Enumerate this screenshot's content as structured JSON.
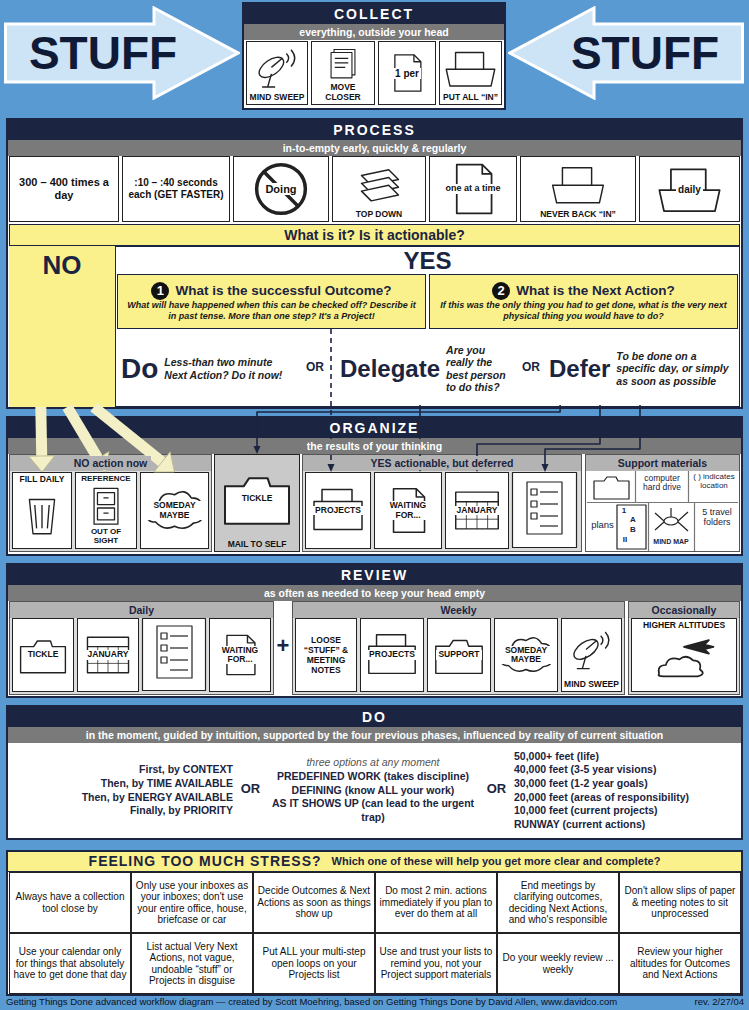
{
  "diagram": {
    "caption": "Getting Things Done advanced workflow diagram — created by Scott Moehring, based on Getting Things Done by David Allen, www.davidco.com",
    "nodes": [
      {
        "text": [
          "STUFF"
        ]
      },
      {
        "text": [
          "COLLECT",
          "everything, outside your head"
        ]
      },
      {
        "text": [
          "MIND SWEEP"
        ],
        "in": 1
      },
      {
        "text": [
          "MOVE CLOSER"
        ],
        "in": 1
      },
      {
        "text": [
          "1 per"
        ],
        "in": 1
      },
      {
        "text": [
          "PUT ALL “IN”"
        ],
        "in": 1
      },
      {
        "text": [
          "STUFF"
        ]
      },
      {
        "text": [
          "PROCESS",
          "in-to-empty early, quickly & regularly"
        ]
      },
      {
        "text": [
          "300 – 400 times a day"
        ],
        "in": 7
      },
      {
        "text": [
          ":10 – :40 seconds each (GET FASTER)"
        ],
        "in": 7
      },
      {
        "text": [
          "Doing"
        ],
        "in": 7
      },
      {
        "text": [
          "TOP DOWN"
        ],
        "in": 7
      },
      {
        "text": [
          "one at a time"
        ],
        "in": 7
      },
      {
        "text": [
          "NEVER BACK “IN”"
        ],
        "in": 7
      },
      {
        "text": [
          "daily"
        ],
        "in": 7
      },
      {
        "text": [
          "What is it? Is it actionable?"
        ],
        "in": 7
      },
      {
        "text": [
          "NO"
        ],
        "in": 7
      },
      {
        "text": [
          "YES"
        ],
        "in": 7
      },
      {
        "text": [
          "1",
          "What is the successful Outcome?",
          "What will have happened when this can be checked off? Describe it in past tense. More than one step? It's a Project!"
        ],
        "in": 17
      },
      {
        "text": [
          "2",
          "What is the Next Action?",
          "If this was the only thing you had to get done, what is the very next physical thing you would have to do?"
        ],
        "in": 17
      },
      {
        "text": [
          "Do",
          "Less-than two minute Next Action? Do it now!"
        ],
        "in": 17
      },
      {
        "text": [
          "Delegate",
          "Are you really the best person to do this?"
        ],
        "in": 17
      },
      {
        "text": [
          "Defer",
          "To be done on a specific day, or simply as soon as possible"
        ],
        "in": 17
      },
      {
        "text": [
          "ORGANIZE",
          "the results of your thinking"
        ]
      },
      {
        "text": [
          "NO action now"
        ],
        "in": 23
      },
      {
        "text": [
          "FILL DAILY"
        ],
        "in": 24
      },
      {
        "text": [
          "REFERENCE",
          "OUT OF SIGHT"
        ],
        "in": 24
      },
      {
        "text": [
          "SOMEDAY MAYBE"
        ],
        "in": 24
      },
      {
        "text": [
          "TICKLE",
          "MAIL TO SELF"
        ],
        "in": 23
      },
      {
        "text": [
          "YES actionable, but deferred"
        ],
        "in": 23
      },
      {
        "text": [
          "PROJECTS"
        ],
        "in": 29
      },
      {
        "text": [
          "WAITING FOR..."
        ],
        "in": 29
      },
      {
        "text": [
          "JANUARY"
        ],
        "in": 29
      },
      {
        "text": [
          "Support materials"
        ],
        "in": 23
      },
      {
        "text": [
          "REVIEW",
          "as often as needed to keep your head empty"
        ]
      },
      {
        "text": [
          "Daily"
        ],
        "in": 34
      },
      {
        "text": [
          "TICKLE"
        ],
        "in": 35
      },
      {
        "text": [
          "JANUARY"
        ],
        "in": 35
      },
      {
        "text": [
          "WAITING FOR..."
        ],
        "in": 35
      },
      {
        "text": [
          "Weekly"
        ],
        "in": 34
      },
      {
        "text": [
          "LOOSE “STUFF” & MEETING NOTES"
        ],
        "in": 39
      },
      {
        "text": [
          "PROJECTS"
        ],
        "in": 39
      },
      {
        "text": [
          "SUPPORT"
        ],
        "in": 39
      },
      {
        "text": [
          "SOMEDAY MAYBE"
        ],
        "in": 39
      },
      {
        "text": [
          "MIND SWEEP"
        ],
        "in": 39
      },
      {
        "text": [
          "Occasionally"
        ],
        "in": 34
      },
      {
        "text": [
          "HIGHER ALTITUDES"
        ],
        "in": 45
      },
      {
        "text": [
          "DO",
          "in the moment, guided by intuition, supported by the four previous phases, influenced by reality of current situation"
        ]
      },
      {
        "text": [
          "First, by CONTEXT",
          "Then, by TIME AVAILABLE",
          "Then, by ENERGY AVAILABLE",
          "Finally, by PRIORITY"
        ],
        "in": 47
      },
      {
        "text": [
          "three options at any moment",
          "PREDEFINED WORK (takes discipline)",
          "DEFINING (know ALL your work)",
          "AS IT SHOWS UP (can lead to the urgent trap)"
        ],
        "in": 47
      },
      {
        "text": [
          "50,000+ feet (life)",
          "40,000 feet (3-5 year visions)",
          "30,000 feet (1-2 year goals)",
          "20,000 feet (areas of responsibility)",
          "10,000 feet (current projects)",
          "RUNWAY (current actions)"
        ],
        "in": 47
      },
      {
        "text": [
          "FEELING TOO MUCH STRESS?",
          "Which one of these will help you get more clear and complete?"
        ]
      },
      {
        "text": [
          "Always have a collection tool close by"
        ],
        "in": 51
      },
      {
        "text": [
          "Only use your inboxes as your inboxes; don't use your entire office, house, briefcase or car"
        ],
        "in": 51
      },
      {
        "text": [
          "Decide Outcomes & Next Actions as soon as things show up"
        ],
        "in": 51
      },
      {
        "text": [
          "Do most 2 min. actions immediately if you plan to ever do them at all"
        ],
        "in": 51
      },
      {
        "text": [
          "End meetings by clarifying outcomes, deciding Next Actions, and who's responsible"
        ],
        "in": 51
      },
      {
        "text": [
          "Don't allow slips of paper & meeting notes to sit unprocessed"
        ],
        "in": 51
      },
      {
        "text": [
          "Use your calendar only for things that absolutely have to get done that day"
        ],
        "in": 51
      },
      {
        "text": [
          "List actual Very Next Actions, not vague, undoable “stuff” or Projects in disguise"
        ],
        "in": 51
      },
      {
        "text": [
          "Put ALL your multi-step open loops on your Projects list"
        ],
        "in": 51
      },
      {
        "text": [
          "Use and trust your lists to remind you, not your Project support materials"
        ],
        "in": 51
      },
      {
        "text": [
          "Do your weekly review ... weekly"
        ],
        "in": 51
      },
      {
        "text": [
          "Review your higher altitudes for Outcomes and Next Actions"
        ],
        "in": 51
      }
    ],
    "edges": [
      {
        "from": 16,
        "to": 25,
        "arrow": "to"
      },
      {
        "from": 16,
        "to": 26,
        "arrow": "to"
      },
      {
        "from": 16,
        "to": 27,
        "arrow": "to"
      },
      {
        "from": 18,
        "to": 30,
        "arrow": "to"
      },
      {
        "from": 21,
        "to": 31,
        "arrow": "to"
      },
      {
        "from": 22,
        "to": 28,
        "arrow": "to"
      },
      {
        "from": 22,
        "to": 32,
        "arrow": "to"
      }
    ],
    "labels": [
      "OR",
      "OR",
      "computer hard drive",
      "( ) indicates location",
      "plans",
      "1",
      "A",
      "B",
      "II",
      "MIND MAP",
      "5 travel folders",
      "+",
      "OR",
      "OR",
      "rev. 2/27/04"
    ]
  }
}
